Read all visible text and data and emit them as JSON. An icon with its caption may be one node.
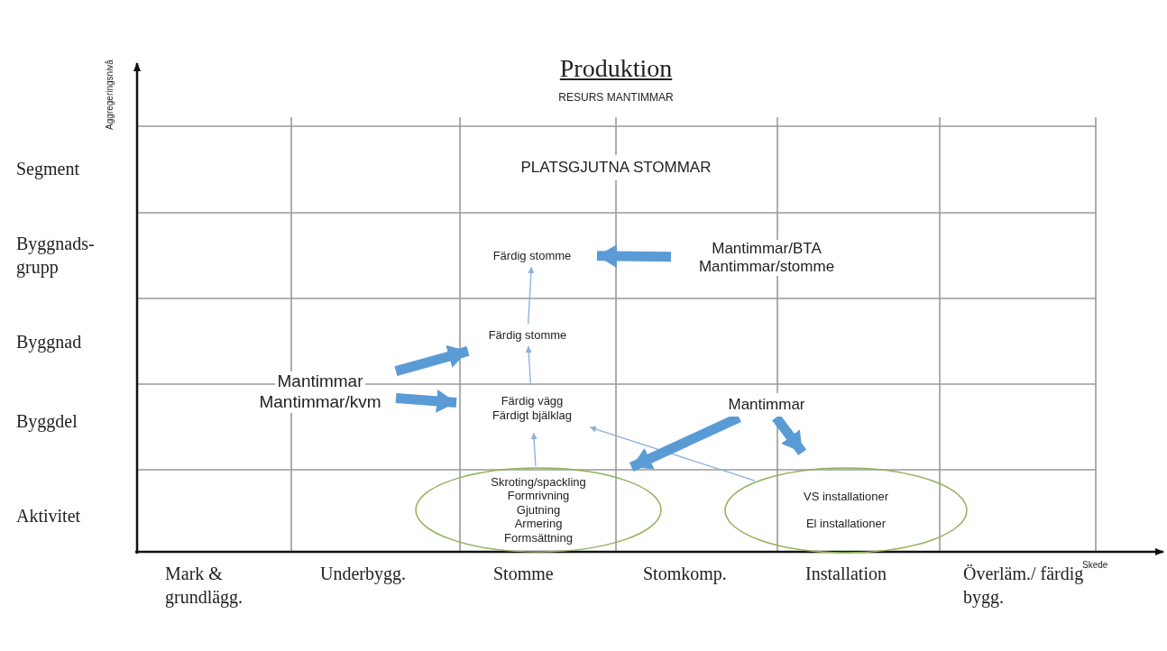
{
  "diagram": {
    "title": "Produktion",
    "nodes": [
      {
        "text": [
          "PLATSGJUTNA STOMMAR"
        ]
      },
      {
        "text": [
          "Färdig stomme"
        ]
      },
      {
        "text": [
          "Mantimmar/BTA",
          "Mantimmar/stomme"
        ]
      },
      {
        "text": [
          "Färdig stomme"
        ]
      },
      {
        "text": [
          "Mantimmar",
          "Mantimmar/kvm"
        ]
      },
      {
        "text": [
          "Färdig vägg",
          "Färdigt bjälklag"
        ]
      },
      {
        "text": [
          "Mantimmar"
        ]
      },
      {
        "text": [
          "Skroting/spackling",
          "Formrivning",
          "Gjutning",
          "Armering",
          "Formsättning"
        ]
      },
      {
        "text": [
          "VS installationer",
          "El installationer"
        ]
      }
    ],
    "edges": [
      {
        "from": 2,
        "to": 1,
        "arrow": "to"
      },
      {
        "from": 3,
        "to": 1,
        "arrow": "to",
        "color": "#8aaee0"
      },
      {
        "from": 5,
        "to": 3,
        "arrow": "to",
        "color": "#8aaee0"
      },
      {
        "from": 7,
        "to": 5,
        "arrow": "to",
        "color": "#8aaee0"
      },
      {
        "from": 8,
        "to": 5,
        "arrow": "to",
        "color": "#8aaee0"
      },
      {
        "from": 4,
        "to": 3,
        "arrow": "to"
      },
      {
        "from": 4,
        "to": 5,
        "arrow": "to"
      },
      {
        "from": 6,
        "to": 7,
        "arrow": "to"
      },
      {
        "from": 6,
        "to": 8,
        "arrow": "to"
      }
    ],
    "labels": [
      "RESURS MANTIMMAR",
      "Aggregeringsnivå",
      "Segment",
      "Byggnads- grupp",
      "Byggnad",
      "Byggdel",
      "Aktivitet",
      "Mark & grundlägg.",
      "Underbygg.",
      "Stomme",
      "Stomkomp.",
      "Installation",
      "Överläm./ färdig bygg.",
      "Skede"
    ]
  }
}
